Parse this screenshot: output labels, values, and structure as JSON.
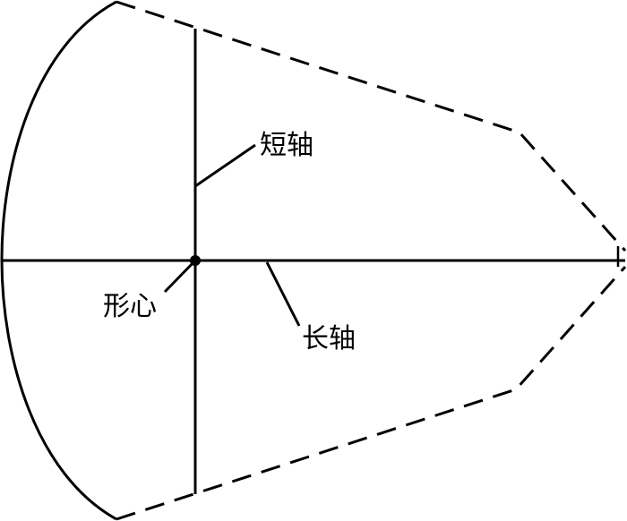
{
  "labels": {
    "short_axis": "短轴",
    "long_axis": "长轴",
    "centroid": "形心"
  },
  "colors": {
    "stroke": "#000000",
    "background": "#ffffff"
  }
}
